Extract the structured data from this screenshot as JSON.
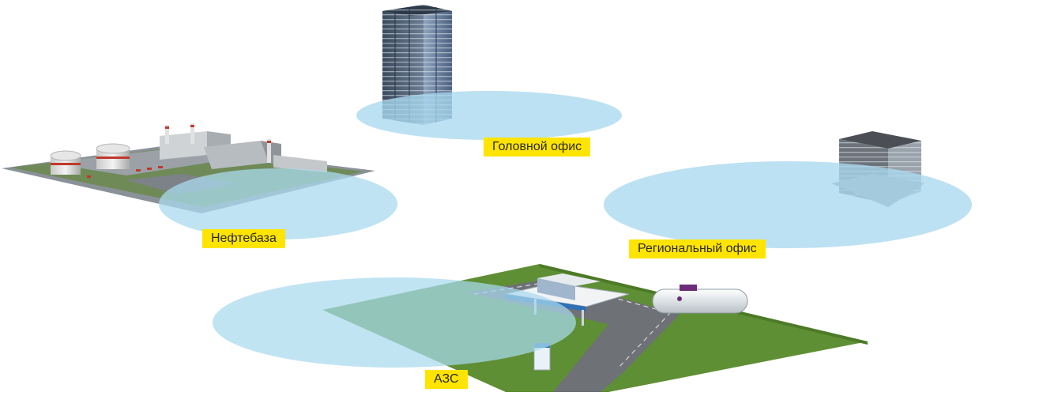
{
  "labels": {
    "head_office": "Головной офис",
    "oil_depot": "Нефтебаза",
    "regional_office": "Региональный офис",
    "gas_station": "АЗС"
  },
  "colors": {
    "zone": "#a9d9ee",
    "label_bg": "#ffe400",
    "grass": "#5f8f34",
    "asphalt": "#6e7175",
    "glass": "#4a5f78"
  },
  "icons": [
    "skyscraper-icon",
    "office-building-icon",
    "oil-depot-icon",
    "gas-station-icon"
  ]
}
